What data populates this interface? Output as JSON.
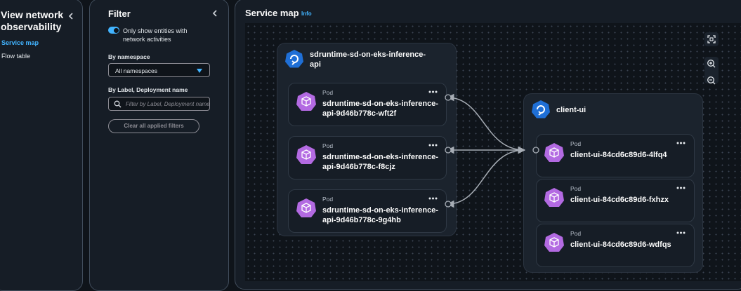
{
  "nav": {
    "title": "View network observability",
    "items": [
      {
        "label": "Service map",
        "active": true
      },
      {
        "label": "Flow table",
        "active": false
      }
    ]
  },
  "filter": {
    "title": "Filter",
    "toggle_label": "Only show entities with network activities",
    "toggle_on": true,
    "namespace_label": "By namespace",
    "namespace_value": "All namespaces",
    "label_label": "By Label, Deployment name",
    "label_placeholder": "Filter by Label, Deployment name",
    "clear_label": "Clear all applied filters"
  },
  "map": {
    "title": "Service map",
    "info_label": "Info",
    "groups": [
      {
        "name": "sdruntime-sd-on-eks-inference-api",
        "pods": [
          {
            "kind": "Pod",
            "name": "sdruntime-sd-on-eks-inference-api-9d46b778c-wft2f"
          },
          {
            "kind": "Pod",
            "name": "sdruntime-sd-on-eks-inference-api-9d46b778c-f8cjz"
          },
          {
            "kind": "Pod",
            "name": "sdruntime-sd-on-eks-inference-api-9d46b778c-9g4hb"
          }
        ]
      },
      {
        "name": "client-ui",
        "pods": [
          {
            "kind": "Pod",
            "name": "client-ui-84cd6c89d6-4lfq4"
          },
          {
            "kind": "Pod",
            "name": "client-ui-84cd6c89d6-fxhzx"
          },
          {
            "kind": "Pod",
            "name": "client-ui-84cd6c89d6-wdfqs"
          }
        ]
      }
    ]
  },
  "colors": {
    "accent": "#42b4ff",
    "pod_icon": "#b36ae2",
    "deployment_icon": "#1f6fd6"
  },
  "icons": {
    "deployment": "deployment-icon",
    "pod": "pod-icon",
    "fit": "fit-view-icon",
    "zoom_in": "zoom-in-icon",
    "zoom_out": "zoom-out-icon"
  }
}
